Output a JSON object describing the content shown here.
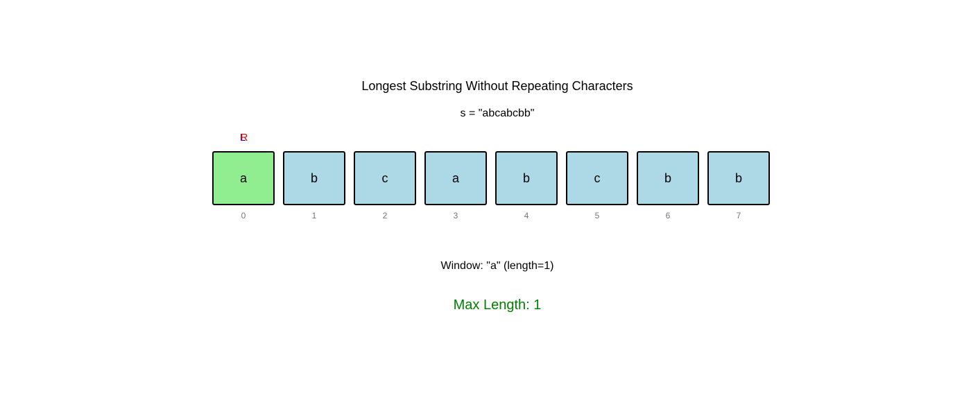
{
  "title": "Longest Substring Without Repeating Characters",
  "input_label": "s = \"abcabcbb\"",
  "cells": [
    {
      "char": "a",
      "index": "0",
      "in_window": true
    },
    {
      "char": "b",
      "index": "1",
      "in_window": false
    },
    {
      "char": "c",
      "index": "2",
      "in_window": false
    },
    {
      "char": "a",
      "index": "3",
      "in_window": false
    },
    {
      "char": "b",
      "index": "4",
      "in_window": false
    },
    {
      "char": "c",
      "index": "5",
      "in_window": false
    },
    {
      "char": "b",
      "index": "6",
      "in_window": false
    },
    {
      "char": "b",
      "index": "7",
      "in_window": false
    }
  ],
  "pointers": {
    "left": {
      "label": "L",
      "at": 0
    },
    "right": {
      "label": "R",
      "at": 0
    }
  },
  "window_text": "Window: \"a\" (length=1)",
  "max_length_text": "Max Length: 1",
  "colors": {
    "cell": "#add8e6",
    "window_cell": "#90ee90",
    "left_pointer": "#0000cc",
    "right_pointer": "#dd0000",
    "max_length": "#008000"
  }
}
